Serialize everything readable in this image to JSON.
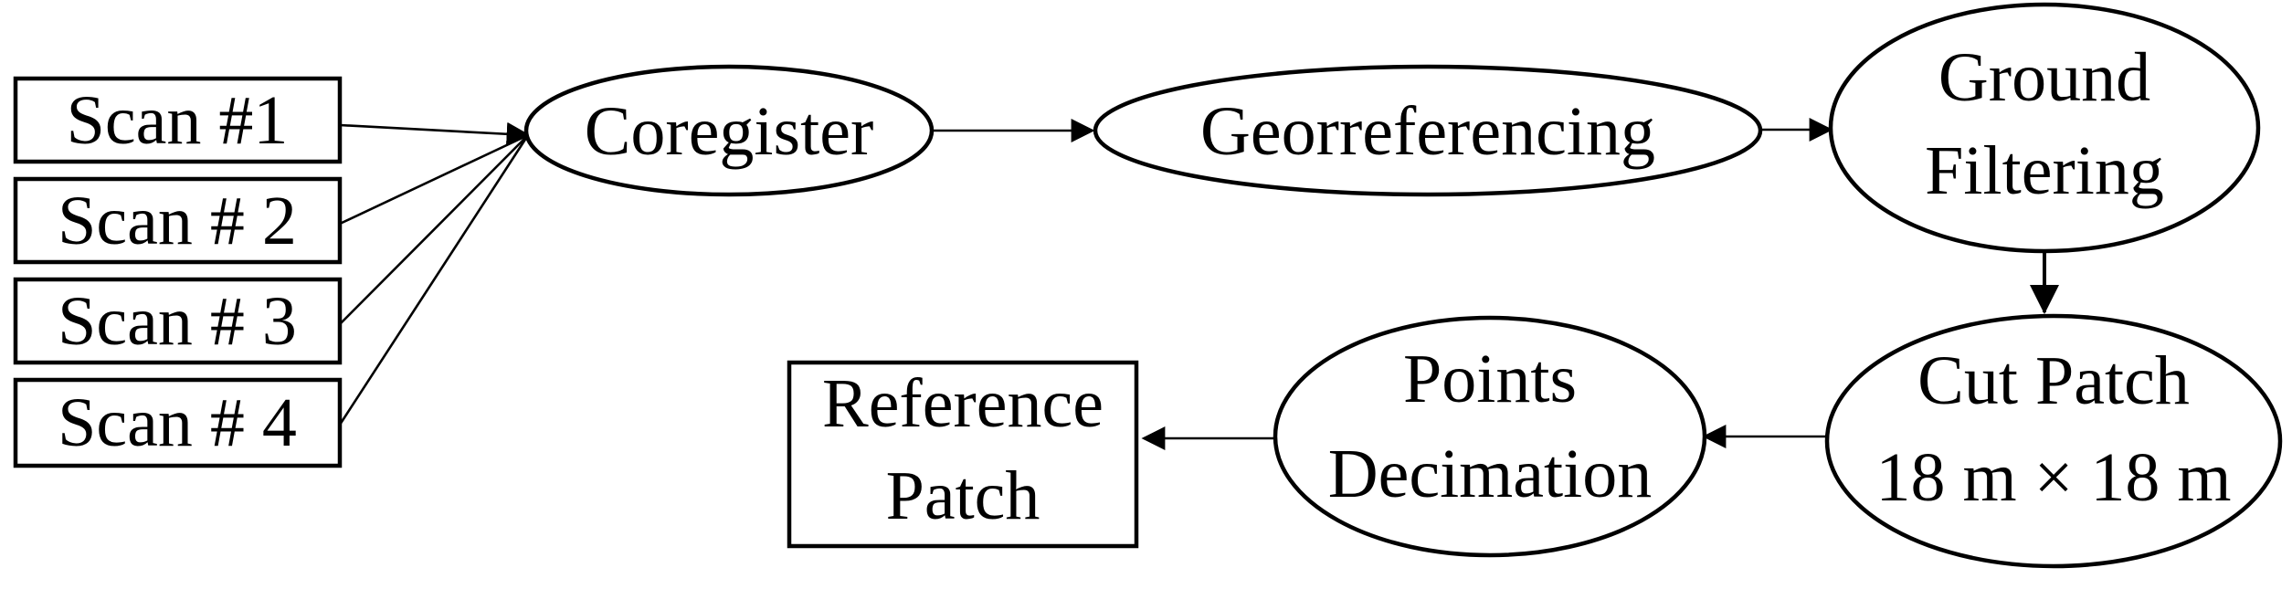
{
  "diagram": {
    "inputs": [
      "Scan #1",
      "Scan # 2",
      "Scan # 3",
      "Scan # 4"
    ],
    "coregister": "Coregister",
    "georeferencing": "Georreferencing",
    "ground_filtering": {
      "line1": "Ground",
      "line2": "Filtering"
    },
    "cut_patch": {
      "line1": "Cut Patch",
      "line2": "18 m × 18 m"
    },
    "points_decimation": {
      "line1": "Points",
      "line2": "Decimation"
    },
    "reference_patch": {
      "line1": "Reference",
      "line2": "Patch"
    },
    "edges": [
      [
        "Scan #1",
        "Coregister"
      ],
      [
        "Scan # 2",
        "Coregister"
      ],
      [
        "Scan # 3",
        "Coregister"
      ],
      [
        "Scan # 4",
        "Coregister"
      ],
      [
        "Coregister",
        "Georreferencing"
      ],
      [
        "Georreferencing",
        "Ground Filtering"
      ],
      [
        "Ground Filtering",
        "Cut Patch 18 m × 18 m"
      ],
      [
        "Cut Patch 18 m × 18 m",
        "Points Decimation"
      ],
      [
        "Points Decimation",
        "Reference Patch"
      ]
    ]
  }
}
